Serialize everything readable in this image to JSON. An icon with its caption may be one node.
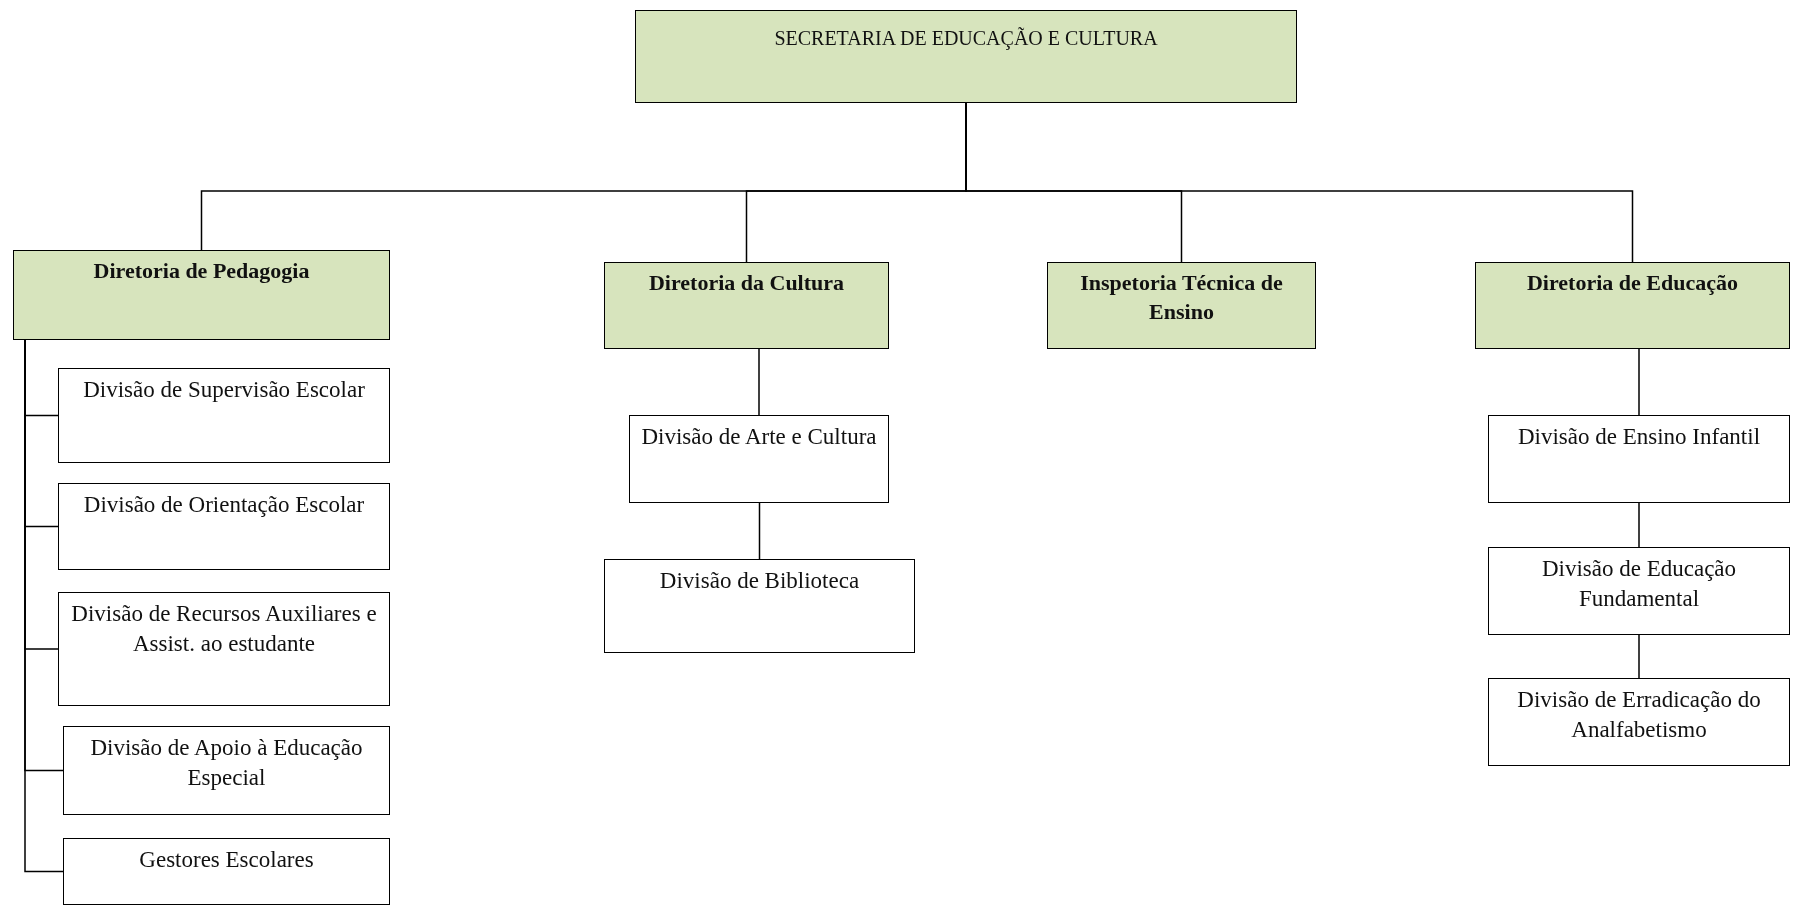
{
  "diagram": {
    "nodes": [
      {
        "text": [
          "SECRETARIA DE EDUCAÇÃO E CULTURA"
        ]
      },
      {
        "text": [
          "Diretoria de Pedagogia"
        ]
      },
      {
        "text": [
          "Diretoria da Cultura"
        ]
      },
      {
        "text": [
          "Inspetoria Técnica de Ensino"
        ]
      },
      {
        "text": [
          "Diretoria de Educação"
        ]
      },
      {
        "text": [
          "Divisão de Supervisão Escolar"
        ]
      },
      {
        "text": [
          "Divisão de Orientação Escolar"
        ]
      },
      {
        "text": [
          "Divisão de Recursos Auxiliares e Assist. ao estudante"
        ]
      },
      {
        "text": [
          "Divisão de Apoio à Educação Especial"
        ]
      },
      {
        "text": [
          "Gestores Escolares"
        ]
      },
      {
        "text": [
          "Divisão de Arte e Cultura"
        ]
      },
      {
        "text": [
          "Divisão de Biblioteca"
        ]
      },
      {
        "text": [
          "Divisão de Ensino Infantil"
        ]
      },
      {
        "text": [
          "Divisão de Educação Fundamental"
        ]
      },
      {
        "text": [
          "Divisão de Erradicação do Analfabetismo"
        ]
      }
    ],
    "edges": [
      {
        "from": 0,
        "to": 1,
        "arrow": "none"
      },
      {
        "from": 0,
        "to": 2,
        "arrow": "none"
      },
      {
        "from": 0,
        "to": 3,
        "arrow": "none"
      },
      {
        "from": 0,
        "to": 4,
        "arrow": "none"
      },
      {
        "from": 1,
        "to": 5,
        "arrow": "none"
      },
      {
        "from": 1,
        "to": 6,
        "arrow": "none"
      },
      {
        "from": 1,
        "to": 7,
        "arrow": "none"
      },
      {
        "from": 1,
        "to": 8,
        "arrow": "none"
      },
      {
        "from": 1,
        "to": 9,
        "arrow": "none"
      },
      {
        "from": 2,
        "to": 10,
        "arrow": "none"
      },
      {
        "from": 10,
        "to": 11,
        "arrow": "none"
      },
      {
        "from": 4,
        "to": 12,
        "arrow": "none"
      },
      {
        "from": 12,
        "to": 13,
        "arrow": "none"
      },
      {
        "from": 13,
        "to": 14,
        "arrow": "none"
      }
    ]
  }
}
